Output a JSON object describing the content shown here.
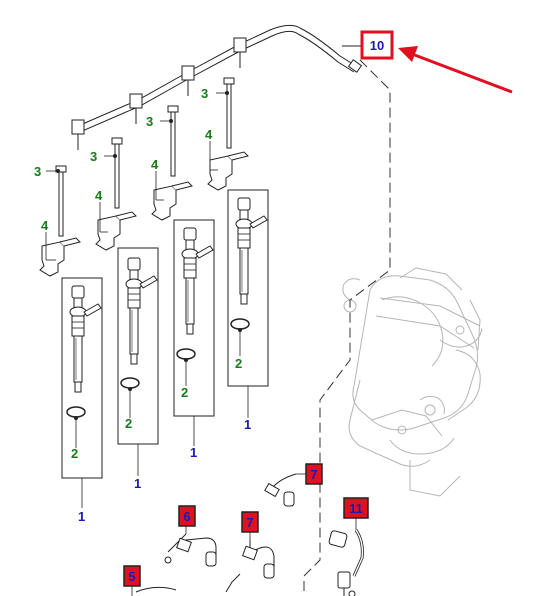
{
  "colors": {
    "green": "#1a7a1a",
    "blue": "#1a1aa8",
    "red": "#e01020",
    "badge_fill": "#e01020",
    "badge_text": "#1a1ab0",
    "line": "#222222",
    "light_line": "#b5b5b5"
  },
  "icons": [
    "injector-icon",
    "clamp-icon",
    "bolt-icon",
    "seal-ring-icon",
    "fuel-rail-icon",
    "pipe-icon",
    "connector-icon",
    "engine-block-icon",
    "arrow-icon"
  ],
  "labels": {
    "callout_3a": "3",
    "callout_3b": "3",
    "callout_3c": "3",
    "callout_3d": "3",
    "callout_4a": "4",
    "callout_4b": "4",
    "callout_4c": "4",
    "callout_4d": "4",
    "callout_2a": "2",
    "callout_2b": "2",
    "callout_2c": "2",
    "callout_2d": "2",
    "callout_1a": "1",
    "callout_1b": "1",
    "callout_1c": "1",
    "callout_1d": "1",
    "badge_10": "10",
    "badge_7a": "7",
    "badge_7b": "7",
    "badge_6": "6",
    "badge_11": "11",
    "badge_5": "5"
  }
}
